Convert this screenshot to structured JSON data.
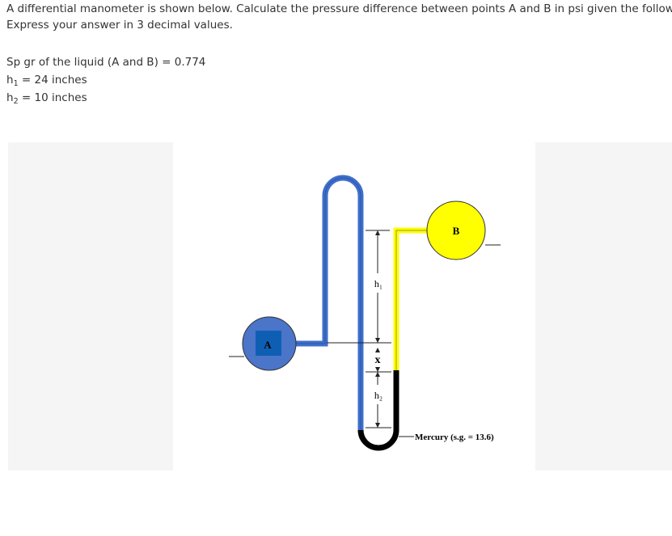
{
  "question": {
    "line1": "A differential manometer is shown below. Calculate the pressure difference between points A and B in psi given the following:",
    "line2": "Express your answer in 3 decimal values."
  },
  "givens": {
    "sp_gr": "Sp gr of the liquid (A and B) = 0.774",
    "h1_label": "h",
    "h1_sub": "1",
    "h1_value": " = 24 inches",
    "h2_label": "h",
    "h2_sub": "2",
    "h2_value": " = 10 inches"
  },
  "figure": {
    "vessel_a_label": "A",
    "vessel_b_label": "B",
    "h1_label": "h₁",
    "h2_label": "h₂",
    "x_label": "x",
    "mercury_label": "Mercury (s.g. = 13.6)",
    "colors": {
      "vessel_a": "#4a75c9",
      "vessel_a_inner": "#0e5fb4",
      "liquid_a": "#3e6fcd",
      "vessel_b": "#ffff00",
      "liquid_b": "#ffff00",
      "mercury": "#000000"
    }
  }
}
